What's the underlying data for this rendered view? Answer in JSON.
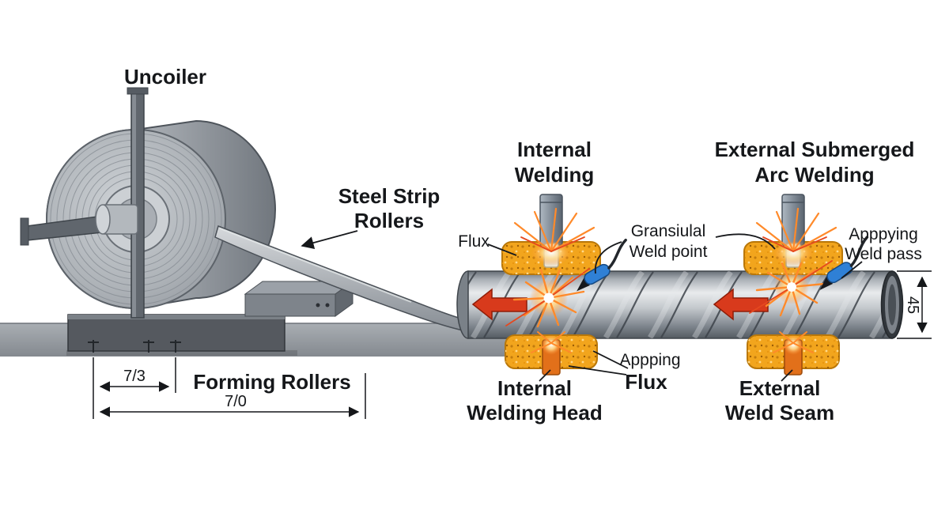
{
  "labels": {
    "uncoiler": "Uncoiler",
    "steel_strip": {
      "line1": "Steel Strip",
      "line2": "Rollers"
    },
    "forming_rollers": "Forming Rollers",
    "internal_welding": {
      "line1": "Internal",
      "line2": "Welding"
    },
    "external_saw": {
      "line1": "External Submerged",
      "line2": "Arc Welding"
    },
    "flux": "Flux",
    "granular_weld_point": {
      "line1": "Gransiulal",
      "line2": "Weld point"
    },
    "applying_weld_pass": {
      "line1": "Apppying",
      "line2": "Weld pass"
    },
    "applying_flux": {
      "line1": "Appping",
      "line2": "Flux"
    },
    "internal_welding_head": {
      "line1": "Internal",
      "line2": "Welding Head"
    },
    "external_weld_seam": {
      "line1": "External",
      "line2": "Weld Seam"
    }
  },
  "dimensions": {
    "roller_spacing": "7/3",
    "overall_length": "7/0",
    "pipe_diameter": "45"
  },
  "colors": {
    "flux_orange": "#F2A51D",
    "flux_outline": "#B97708",
    "stub_orange": "#E2701A",
    "torch_blue": "#2F80D6",
    "arrow_red": "#D83A1C",
    "spark_orange": "#FF8A2A",
    "steel_gray": "#9AA0A7",
    "ink": "#15171A"
  }
}
